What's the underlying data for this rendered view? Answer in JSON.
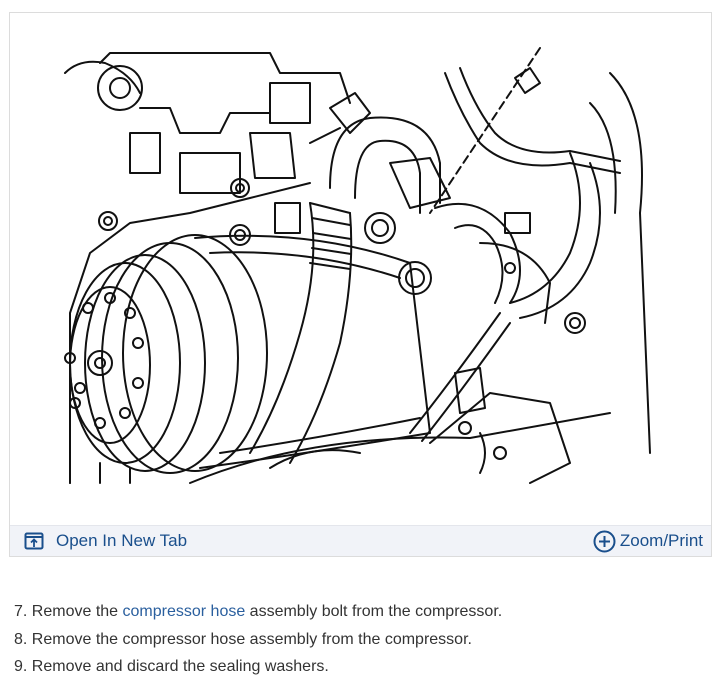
{
  "figure": {
    "open_label": "Open In New Tab",
    "zoom_label": "Zoom/Print",
    "accent_color": "#1a4f8c",
    "toolbar_bg": "#f1f3f8",
    "open_icon": "open-new-tab-icon",
    "zoom_icon": "plus-circle-icon"
  },
  "steps": [
    {
      "num": "7.",
      "before": "Remove the ",
      "link": "compressor hose",
      "after": " assembly bolt from the compressor."
    },
    {
      "num": "8.",
      "text": "Remove the compressor hose assembly from the compressor."
    },
    {
      "num": "9.",
      "text": "Remove and discard the sealing washers."
    }
  ],
  "link_color": "#2a5f9e"
}
